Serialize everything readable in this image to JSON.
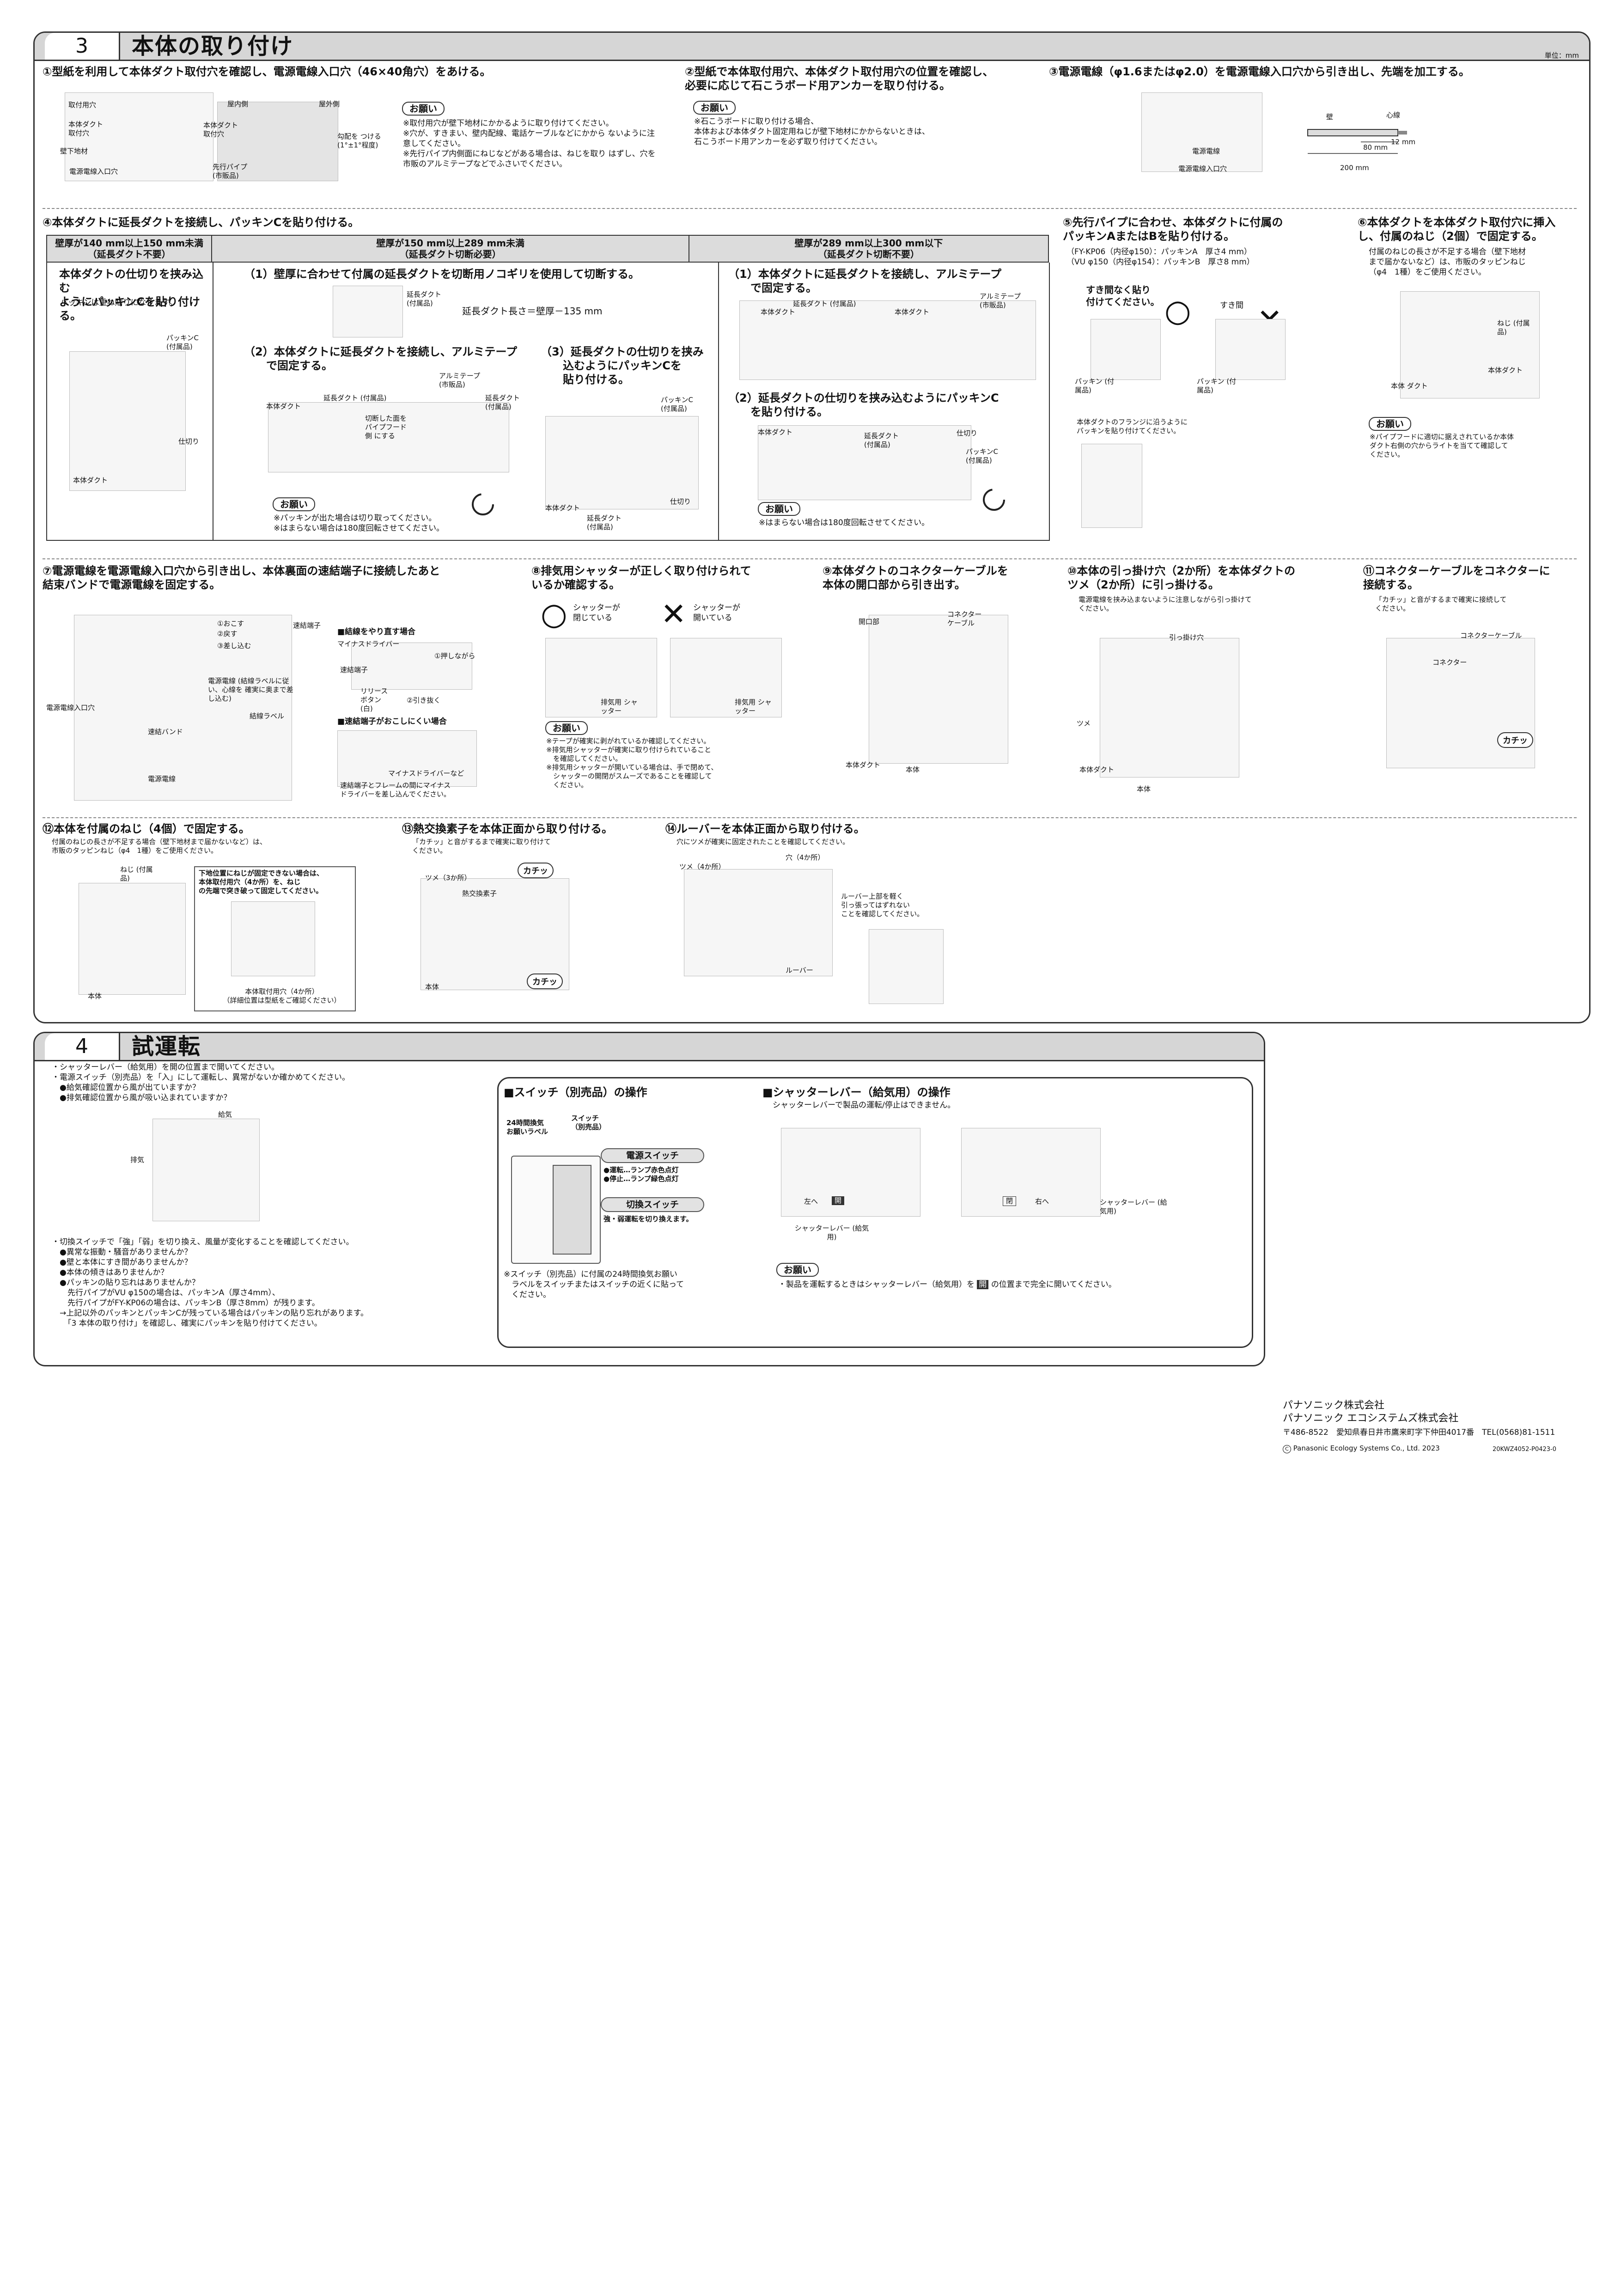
{
  "sec3": {
    "num": "3",
    "title": "本体の取り付け",
    "unit": "単位：mm",
    "step1": {
      "head": "①型紙を利用して本体ダクト取付穴を確認し、電源電線入口穴（46×40角穴）をあける。",
      "labels": [
        "取付用穴",
        "本体ダクト 取付穴",
        "壁下地材",
        "電源電線入口穴",
        "屋内側",
        "屋外側",
        "本体ダクト 取付穴",
        "勾配を つける (1°±1°程度)",
        "先行パイプ (市販品)"
      ],
      "onegai": "お願い",
      "notes": "※取付用穴が壁下地材にかかるように取り付けてください。\n※穴が、すきまい、壁内配線、電話ケーブルなどにかから ないように注意してください。\n※先行パイプ内側面にねじなどがある場合は、ねじを取り はずし、穴を市販のアルミテープなどでふさいでください。"
    },
    "step2": {
      "head": "②型紙で本体取付用穴、本体ダクト取付用穴の位置を確認し、\n必要に応じて石こうボード用アンカーを取り付ける。",
      "onegai": "お願い",
      "notes": "※石こうボードに取り付ける場合、\n本体および本体ダクト固定用ねじが壁下地材にかからないときは、\n石こうボード用アンカーを必ず取り付けてください。"
    },
    "step3": {
      "head": "③電源電線（φ1.6またはφ2.0）を電源電線入口穴から引き出し、先端を加工する。",
      "labels": [
        "電源電線",
        "電源電線入口穴",
        "壁",
        "心線",
        "80 mm",
        "12 mm",
        "200 mm"
      ]
    },
    "step4": {
      "head": "④本体ダクトに延長ダクトを接続し、パッキンCを貼り付ける。",
      "cols": [
        "壁厚が140 mm以上150 mm未満\n（延長ダクト不要）",
        "壁厚が150 mm以上289 mm未満\n（延長ダクト切断必要）",
        "壁厚が289 mm以上300 mm以下\n（延長ダクト切断不要）"
      ],
      "c1": {
        "head": "本体ダクトの仕切りを挟み込む\nようにパッキンCを貼り付ける。",
        "sub": "パッキンは重ね貼りになります。",
        "labels": [
          "パッキンC (付属品)",
          "仕切り",
          "本体ダクト"
        ]
      },
      "c2": {
        "s1": "（1）壁厚に合わせて付属の延長ダクトを切断用ノコギリを使用して切断する。",
        "f1": "延長ダクト長さ＝壁厚－135 mm",
        "l1": "延長ダクト (付属品)",
        "s2": "（2）本体ダクトに延長ダクトを接続し、アルミテープ\n　　で固定する。",
        "s3": "（3）延長ダクトの仕切りを挟み\n　　込むようにパッキンCを\n　　貼り付ける。",
        "labels": [
          "本体ダクト",
          "延長ダクト (付属品)",
          "切断した面を パイプフード側 にする",
          "アルミテープ (市販品)",
          "延長ダクト (付属品)",
          "パッキンC (付属品)",
          "本体ダクト",
          "延長ダクト (付属品)",
          "仕切り"
        ],
        "onegai": "お願い",
        "notes": "※パッキンが出た場合は切り取ってください。\n※はまらない場合は180度回転させてください。"
      },
      "c3": {
        "s1": "（1）本体ダクトに延長ダクトを接続し、アルミテープ\n　　で固定する。",
        "s2": "（2）延長ダクトの仕切りを挟み込むようにパッキンC\n　　を貼り付ける。",
        "labels": [
          "延長ダクト (付属品)",
          "本体ダクト",
          "本体ダクト",
          "アルミテープ (市販品)",
          "本体ダクト",
          "延長ダクト (付属品)",
          "仕切り",
          "パッキンC (付属品)"
        ],
        "onegai": "お願い",
        "notes": "※はまらない場合は180度回転させてください。"
      }
    },
    "step5": {
      "head": "⑤先行パイプに合わせ、本体ダクトに付属の\nパッキンAまたはBを貼り付ける。",
      "specs": "（FY-KP06（内径φ150）：パッキンA　厚さ4 mm）\n（VU φ150（内径φ154）：パッキンB　厚さ8 mm）",
      "ok": "すき間なく貼り\n付けてください。",
      "ng": "すき間",
      "labels": [
        "パッキン (付属品)",
        "パッキン (付属品)"
      ],
      "note": "本体ダクトのフランジに沿うように\nパッキンを貼り付けてください。"
    },
    "step6": {
      "head": "⑥本体ダクトを本体ダクト取付穴に挿入\nし、付属のねじ（2個）で固定する。",
      "sub": "付属のねじの長さが不足する場合（壁下地材\nまで届かないなど）は、市販のタッピンねじ\n（φ4　1種）をご使用ください。",
      "labels": [
        "ねじ (付属品)",
        "本体ダクト",
        "本体 ダクト"
      ],
      "onegai": "お願い",
      "notes": "※パイプフードに適切に据えされているか本体\nダクト右側の穴からライトを当てて確認して\nください。"
    },
    "step7": {
      "head": "⑦電源電線を電源電線入口穴から引き出し、本体裏面の速結端子に接続したあと\n結束バンドで電源電線を固定する。",
      "labels": [
        "①おこす",
        "②戻す",
        "③差し込む",
        "速結端子",
        "電源電線入口穴",
        "電源電線 (結線ラベルに従い、心線を 確実に奥まで差し込む)",
        "結線ラベル",
        "速結バンド",
        "電源電線",
        "■結線をやり直す場合",
        "マイナスドライバー",
        "①押しながら",
        "速結端子",
        "リリース ボタン(白)",
        "②引き抜く",
        "■速結端子がおこしにくい場合",
        "マイナスドライバーなど",
        "速結端子とフレームの間にマイナス\nドライバーを差し込んでください。"
      ]
    },
    "step8": {
      "head": "⑧排気用シャッターが正しく取り付けられて\nいるか確認する。",
      "ok": "シャッターが\n閉じている",
      "ng": "シャッターが\n開いている",
      "labels": [
        "排気用 シャッター",
        "排気用 シャッター"
      ],
      "onegai": "お願い",
      "notes": "※テープが確実に剥がれているか確認してください。\n※排気用シャッターが確実に取り付けられていること\n　を確認してください。\n※排気用シャッターが開いている場合は、手で閉めて、\n　シャッターの開閉がスムーズであることを確認して\n　ください。"
    },
    "step9": {
      "head": "⑨本体ダクトのコネクターケーブルを\n本体の開口部から引き出す。",
      "labels": [
        "開口部",
        "コネクター ケーブル",
        "本体ダクト",
        "本体"
      ]
    },
    "step10": {
      "head": "⑩本体の引っ掛け穴（2か所）を本体ダクトの\nツメ（2か所）に引っ掛ける。",
      "sub": "電源電線を挟み込まないように注意しながら引っ掛けて\nください。",
      "labels": [
        "引っ掛け穴",
        "ツメ",
        "本体ダクト",
        "本体"
      ]
    },
    "step11": {
      "head": "⑪コネクターケーブルをコネクターに\n接続する。",
      "sub": "「カチッ」と音がするまで確実に接続して\nください。",
      "labels": [
        "コネクターケーブル",
        "コネクター",
        "カチッ"
      ]
    },
    "step12": {
      "head": "⑫本体を付属のねじ（4個）で固定する。",
      "sub": "付属のねじの長さが不足する場合（壁下地材まで届かないなど）は、\n市販のタッピンねじ（φ4　1種）をご使用ください。",
      "labels": [
        "ねじ (付属品)",
        "本体"
      ],
      "box": "下地位置にねじが固定できない場合は、\n本体取付用穴（4か所）を、ねじ\nの先端で突き破って固定してください。",
      "boxlabel": "本体取付用穴（4か所）\n（詳細位置は型紙をご確認ください）"
    },
    "step13": {
      "head": "⑬熱交換素子を本体正面から取り付ける。",
      "sub": "「カチッ」と音がするまで確実に取り付けて\nください。",
      "labels": [
        "ツメ（3か所）",
        "熱交換素子",
        "カチッ",
        "カチッ",
        "本体"
      ]
    },
    "step14": {
      "head": "⑭ルーバーを本体正面から取り付ける。",
      "sub": "穴にツメが確実に固定されたことを確認してください。",
      "labels": [
        "ツメ（4か所）",
        "穴（4か所）",
        "ルーバー",
        "ルーバー上部を軽く\n引っ張ってはずれない\nことを確認してください。"
      ]
    }
  },
  "sec4": {
    "num": "4",
    "title": "試運転",
    "b1": "・シャッターレバー（給気用）を開の位置まで開いてください。\n・電源スイッチ（別売品）を「入」にして運転し、異常がないか確かめてください。\n　●給気確認位置から風が出ていますか？\n　●排気確認位置から風が吸い込まれていますか？",
    "airlabels": [
      "給気",
      "排気"
    ],
    "b2": "・切換スイッチで「強」「弱」を切り換え、風量が変化することを確認してください。\n　●異常な振動・騒音がありませんか？\n　●壁と本体にすき間がありませんか？\n　●本体の傾きはありませんか？\n　●パッキンの貼り忘れはありませんか？\n　　先行パイプがVU φ150の場合は、パッキンA（厚さ4mm）、\n　　先行パイプがFY-KP06の場合は、パッキンB（厚さ8mm）が残ります。\n　→上記以外のパッキンとパッキンCが残っている場合はパッキンの貼り忘れがあります。\n　　「3 本体の取り付け」を確認し、確実にパッキンを貼り付けてください。",
    "sw": {
      "head": "■スイッチ（別売品）の操作",
      "label1": "24時間換気\nお願いラベル",
      "label2": "スイッチ\n（別売品）",
      "power": "電源スイッチ",
      "power_desc": "●運転…ランプ赤色点灯\n●停止…ランプ緑色点灯",
      "change": "切換スイッチ",
      "change_desc": "強・弱運転を切り換えます。",
      "note": "※スイッチ（別売品）に付属の24時間換気お願い\n　ラベルをスイッチまたはスイッチの近くに貼って\n　ください。"
    },
    "lever": {
      "head": "■シャッターレバー（給気用）の操作",
      "sub": "シャッターレバーで製品の運転/停止はできません。",
      "labels": [
        "左へ",
        "開",
        "閉",
        "右へ",
        "シャッターレバー (給気用)",
        "シャッターレバー (給気用)"
      ],
      "onegai": "お願い",
      "note": "・製品を運転するときはシャッターレバー（給気用）を",
      "note_mark": "開",
      "note_end": "の位置まで完全に開いてください。"
    }
  },
  "footer": {
    "company1": "パナソニック株式会社",
    "company2": "パナソニック エコシステムズ株式会社",
    "address": "〒486-8522　愛知県春日井市鷹来町字下仲田4017番　TEL(0568)81-1511",
    "copyright": "Panasonic Ecology Systems Co., Ltd. 2023",
    "code": "20KWZ4052-P0423-0"
  }
}
